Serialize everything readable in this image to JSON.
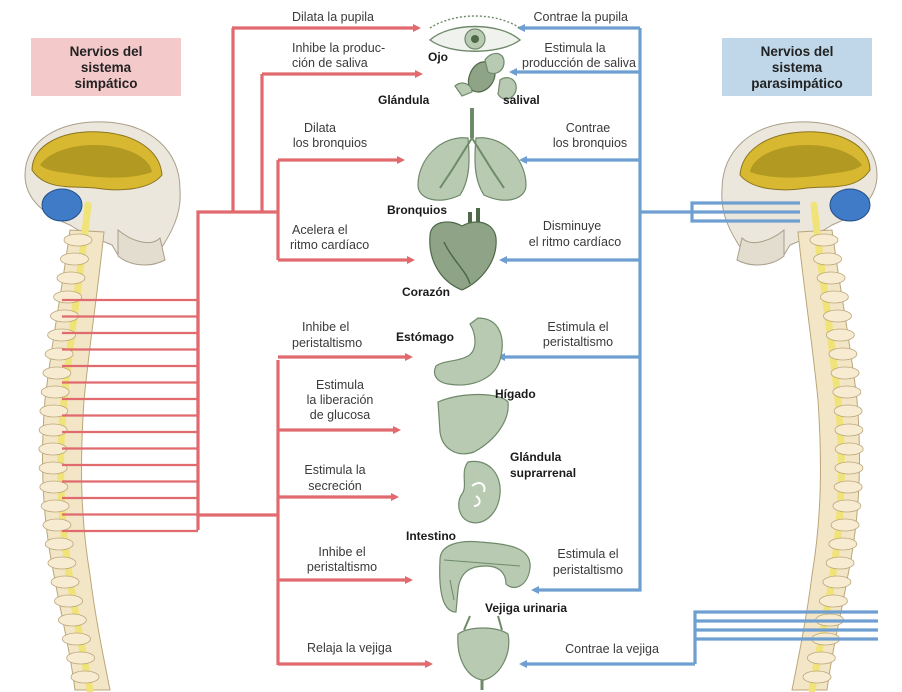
{
  "headers": {
    "sympathetic": [
      "Nervios del",
      "sistema",
      "simpático"
    ],
    "parasympathetic": [
      "Nervios del",
      "sistema",
      "parasimpático"
    ]
  },
  "organs": {
    "eye": "Ojo",
    "gland_left": "Glándula",
    "gland_right": "salival",
    "bronchi": "Bronquios",
    "heart": "Corazón",
    "stomach": "Estómago",
    "liver": "Hígado",
    "adrenal_1": "Glándula",
    "adrenal_2": "suprarrenal",
    "intestine": "Intestino",
    "bladder": "Vejiga urinaria"
  },
  "sympathetic_effects": {
    "pupil": [
      "Dilata la pupila"
    ],
    "saliva": [
      "Inhibe la produc-",
      "ción de saliva"
    ],
    "bronchi": [
      "Dilata",
      "los bronquios"
    ],
    "heart": [
      "Acelera el",
      "ritmo cardíaco"
    ],
    "stomach": [
      "Inhibe el",
      "peristaltismo"
    ],
    "liver": [
      "Estimula",
      "la liberación",
      "de glucosa"
    ],
    "adrenal": [
      "Estimula la",
      "secreción"
    ],
    "intestine": [
      "Inhibe el",
      "peristaltismo"
    ],
    "bladder": [
      "Relaja la vejiga"
    ]
  },
  "parasympathetic_effects": {
    "pupil": [
      "Contrae la pupila"
    ],
    "saliva": [
      "Estimula la",
      "producción de saliva"
    ],
    "bronchi": [
      "Contrae",
      "los bronquios"
    ],
    "heart": [
      "Disminuye",
      "el ritmo cardíaco"
    ],
    "stomach": [
      "Estimula el",
      "peristaltismo"
    ],
    "intestine": [
      "Estimula el",
      "peristaltismo"
    ],
    "bladder": [
      "Contrae la vejiga"
    ]
  },
  "colors": {
    "sympathetic": "#e06a6e",
    "parasympathetic": "#6f9fd0",
    "sympathetic_header_bg": "#f4c9c9",
    "parasympathetic_header_bg": "#bfd7e8"
  }
}
